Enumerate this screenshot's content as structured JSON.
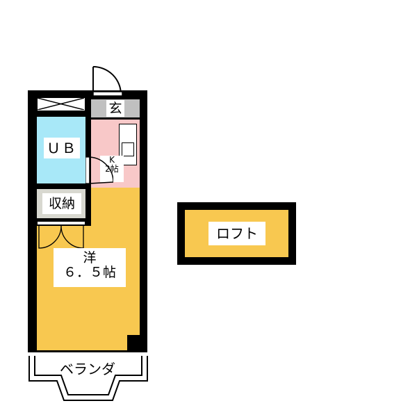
{
  "floorplan": {
    "rooms": {
      "entrance": {
        "label": "玄",
        "color": "#c0c0c0"
      },
      "kitchen": {
        "label_line1": "K",
        "label_line2": "2帖",
        "color": "#f8c8c8"
      },
      "unit_bath": {
        "label": "ＵＢ",
        "color": "#a8e8f8"
      },
      "storage": {
        "label": "収納",
        "color": "#d8d8d0"
      },
      "western_room": {
        "label_line1": "洋",
        "label_line2": "６．５帖",
        "color": "#f8c850"
      },
      "balcony": {
        "label": "ベランダ",
        "color": "#ffffff"
      },
      "loft": {
        "label": "ロフト",
        "color": "#f8c850"
      }
    },
    "colors": {
      "wall": "#000000"
    }
  }
}
